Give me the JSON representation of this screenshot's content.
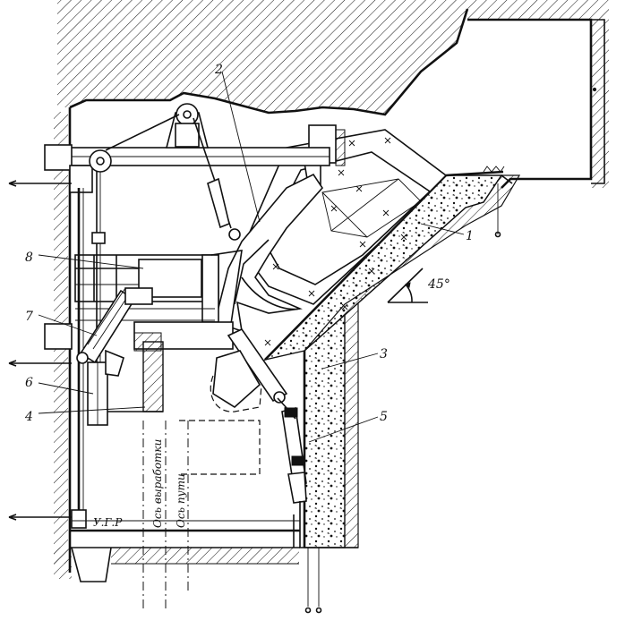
{
  "callouts": [
    "1",
    "2",
    "3",
    "4",
    "5",
    "6",
    "7",
    "8"
  ],
  "angle_label": "45°",
  "axis_labels": {
    "working_axis": "Ось выработки",
    "track_axis": "Ось пути",
    "rail_level": "У.Г.Р"
  },
  "colors": {
    "ink": "#111111",
    "paper": "#ffffff"
  }
}
